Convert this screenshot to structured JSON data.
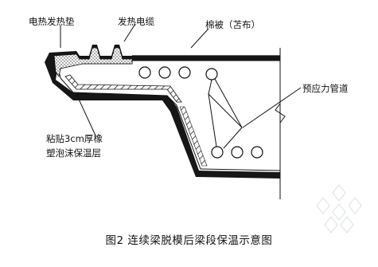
{
  "labels": {
    "heating_pad": "电热发热垫",
    "heating_cable": "发热电缆",
    "cotton_quilt": "棉被（苫布）",
    "prestress_duct": "预应力管道",
    "foam_line1": "粘贴3cm厚橡",
    "foam_line2": "塑泡沫保温层"
  },
  "caption": "图2   连续梁脱模后梁段保温示意图",
  "colors": {
    "line": "#111111",
    "hatch": "#222222",
    "foam": "#1a1a1a"
  }
}
